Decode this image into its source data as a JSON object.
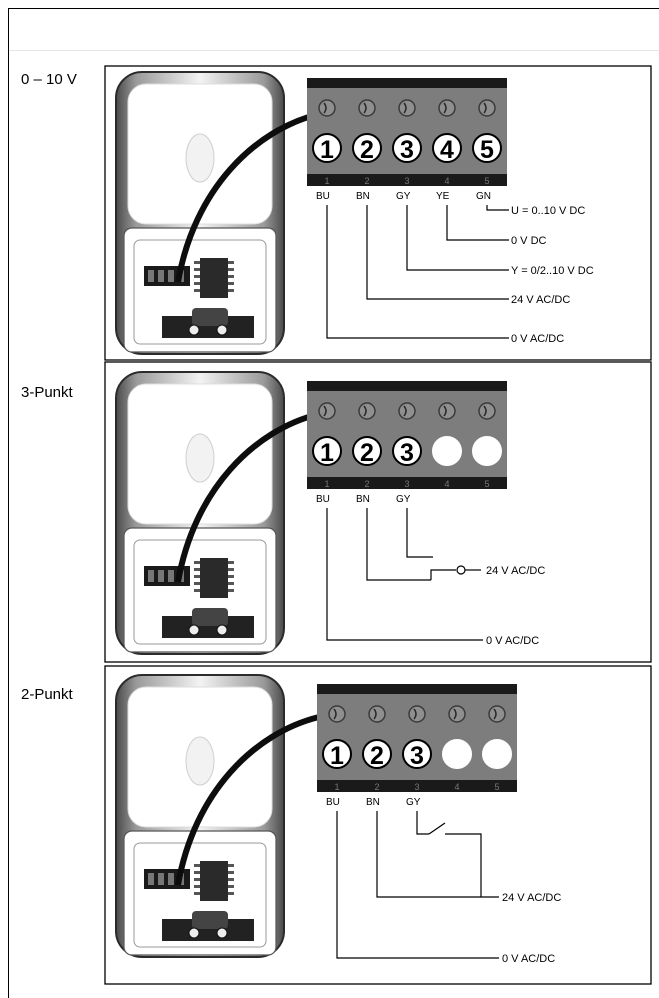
{
  "rows": [
    {
      "label": "0 – 10 V",
      "terminals": [
        "1",
        "2",
        "3",
        "4",
        "5"
      ],
      "filled": [
        true,
        true,
        true,
        true,
        true
      ],
      "wire_colors": [
        "BU",
        "BN",
        "GY",
        "YE",
        "GN"
      ],
      "outputs": [
        "U = 0..10 V DC",
        "0 V DC",
        "Y = 0/2..10 V DC",
        "24 V AC/DC",
        "0 V AC/DC"
      ]
    },
    {
      "label": "3-Punkt",
      "terminals": [
        "1",
        "2",
        "3",
        "",
        ""
      ],
      "filled": [
        true,
        true,
        true,
        false,
        false
      ],
      "wire_colors": [
        "BU",
        "BN",
        "GY"
      ],
      "outputs": [
        "24 V AC/DC",
        "0 V AC/DC"
      ]
    },
    {
      "label": "2-Punkt",
      "terminals": [
        "1",
        "2",
        "3",
        "",
        ""
      ],
      "filled": [
        true,
        true,
        true,
        false,
        false
      ],
      "wire_colors": [
        "BU",
        "BN",
        "GY"
      ],
      "outputs": [
        "24 V AC/DC",
        "0 V AC/DC"
      ]
    }
  ]
}
